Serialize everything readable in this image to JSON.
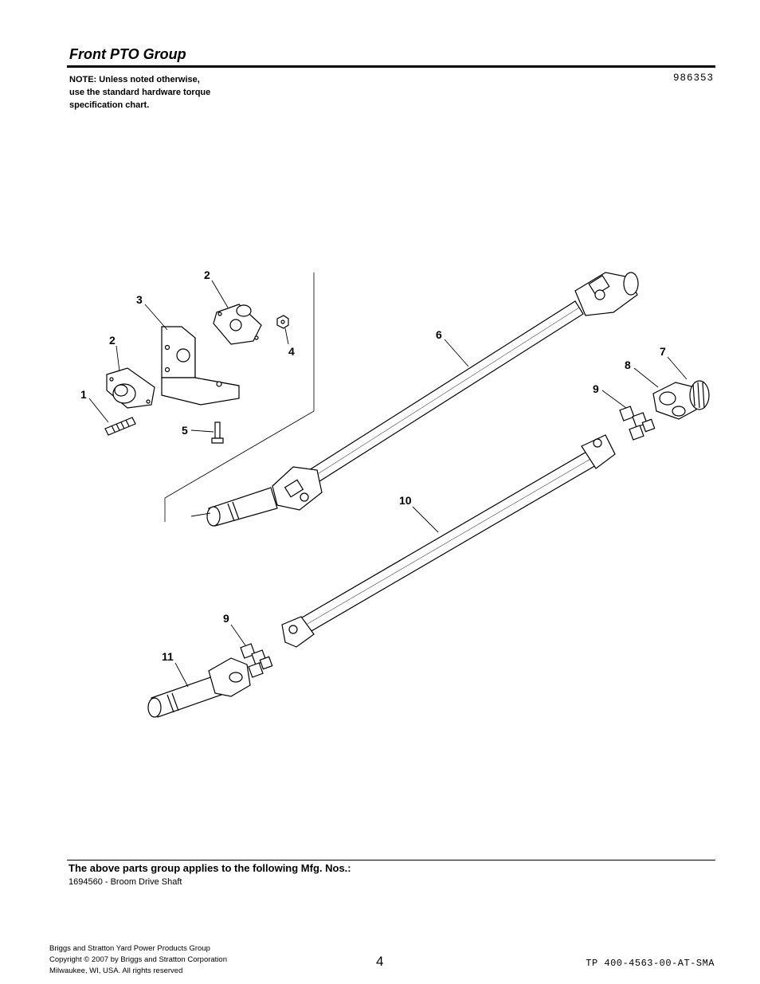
{
  "header": {
    "title": "Front PTO Group",
    "note_lines": [
      "NOTE: Unless noted otherwise,",
      "use the standard hardware torque",
      "specification chart."
    ],
    "diagram_number": "986353"
  },
  "diagram": {
    "callouts": [
      "2",
      "3",
      "2",
      "4",
      "1",
      "5",
      "6",
      "7",
      "8",
      "9",
      "10",
      "9",
      "11"
    ]
  },
  "applies": {
    "heading": "The above parts group applies to the following Mfg. Nos.:",
    "model": "1694560 - Broom Drive Shaft"
  },
  "footer": {
    "company_lines": [
      "Briggs and Stratton Yard Power Products Group",
      "Copyright ©  2007 by Briggs and Stratton Corporation",
      "Milwaukee, WI, USA. All rights reserved"
    ],
    "page_number": "4",
    "doc_code": "TP 400-4563-00-AT-SMA"
  }
}
